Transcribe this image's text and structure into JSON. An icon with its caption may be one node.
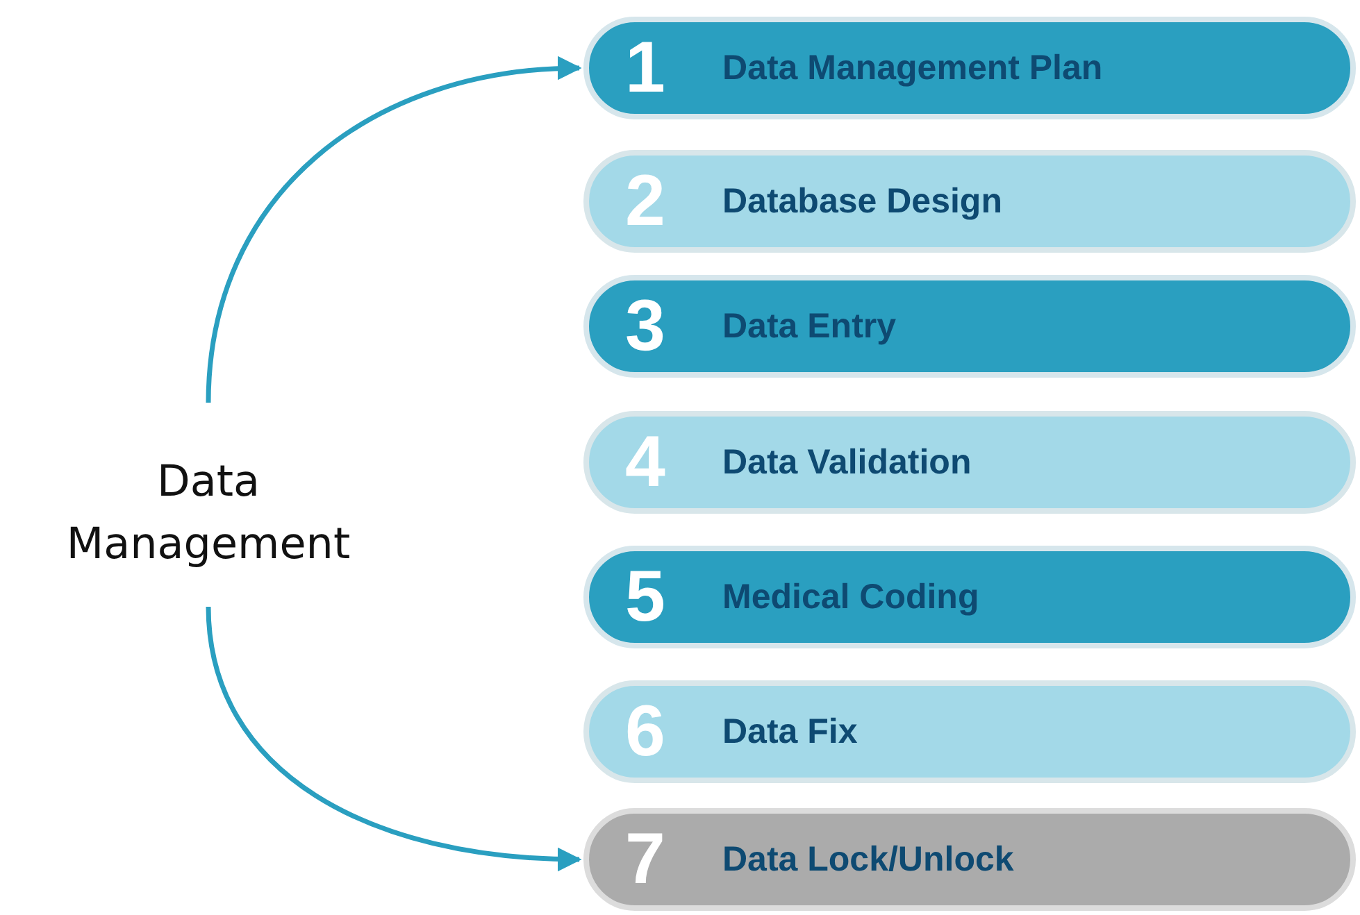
{
  "diagram": {
    "nodes": [
      {
        "text": [
          "Data Management"
        ]
      },
      {
        "text": [
          "1",
          "Data Management Plan"
        ]
      },
      {
        "text": [
          "2",
          "Database Design"
        ]
      },
      {
        "text": [
          "3",
          "Data Entry"
        ]
      },
      {
        "text": [
          "4",
          "Data Validation"
        ]
      },
      {
        "text": [
          "5",
          "Medical Coding"
        ]
      },
      {
        "text": [
          "6",
          "Data Fix"
        ]
      },
      {
        "text": [
          "7",
          "Data Lock/Unlock"
        ]
      }
    ],
    "edges": [
      {
        "from": 0,
        "to": 1,
        "arrow": "to"
      },
      {
        "from": 0,
        "to": 7,
        "arrow": "to"
      }
    ]
  }
}
